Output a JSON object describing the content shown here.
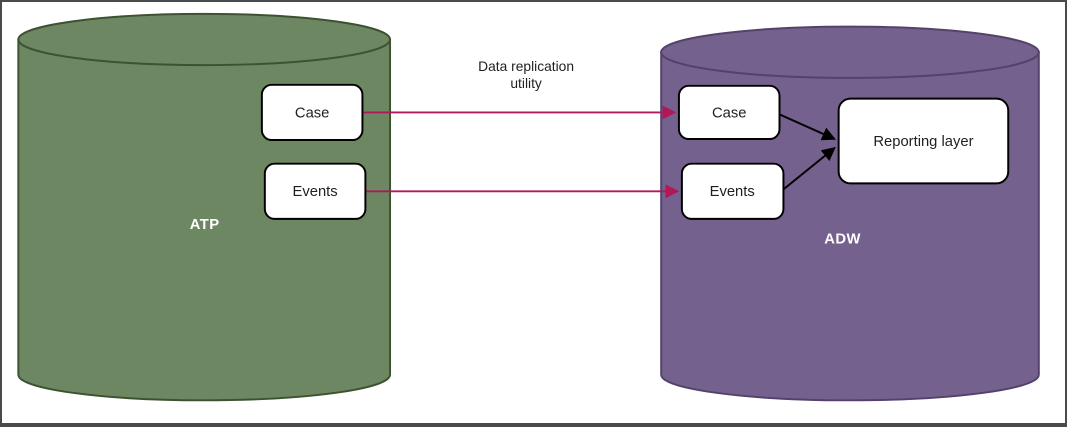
{
  "diagram": {
    "annotation": {
      "line1": "Data replication",
      "line2": "utility"
    },
    "source_db": {
      "label": "ATP",
      "case_label": "Case",
      "events_label": "Events"
    },
    "target_db": {
      "label": "ADW",
      "case_label": "Case",
      "events_label": "Events",
      "reporting_label": "Reporting layer"
    },
    "colors": {
      "source_fill": "#6E8763",
      "source_stroke": "#3C5230",
      "target_fill": "#75618D",
      "target_stroke": "#53436B",
      "replication_arrow": "#B01859",
      "flow_arrow": "#000000",
      "node_fill": "#FFFFFF",
      "node_stroke": "#000000",
      "db_label_color": "#FFFFFF",
      "text_color": "#1F1F1F"
    }
  }
}
